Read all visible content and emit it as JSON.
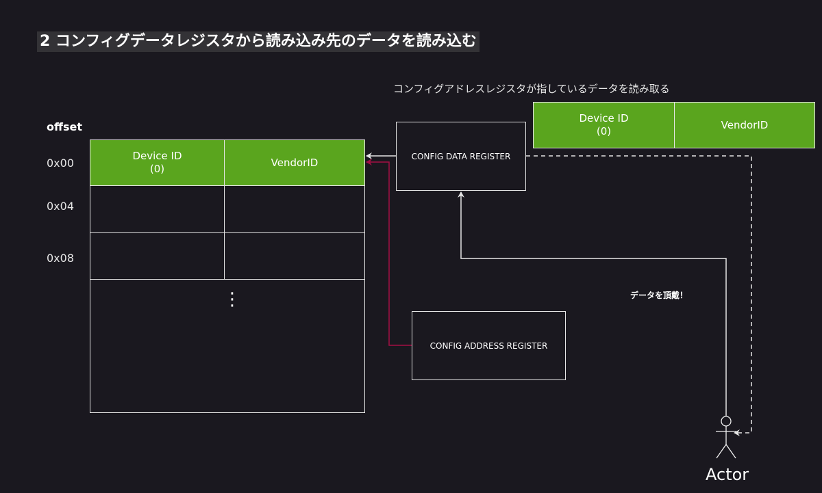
{
  "title": "2 コンフィグデータレジスタから読み込み先のデータを読み込む",
  "caption": "コンフィグアドレスレジスタが指しているデータを読み取る",
  "table": {
    "offset_header": "offset",
    "rows": [
      {
        "offset": "0x00",
        "device": "Device ID",
        "device_sub": "(0)",
        "vendor": "VendorID"
      },
      {
        "offset": "0x04"
      },
      {
        "offset": "0x08"
      }
    ],
    "ellipsis": "⋮"
  },
  "read_data": {
    "device": "Device ID",
    "device_sub": "(0)",
    "vendor": "VendorID"
  },
  "config_data_register": "CONFIG DATA REGISTER",
  "config_address_register": "CONFIG ADDRESS REGISTER",
  "note": "データを頂戴！",
  "actor": "Actor",
  "colors": {
    "background": "#1a181f",
    "green": "#5aa51e",
    "crimson": "#a50f45",
    "line": "#e6e6e6"
  }
}
